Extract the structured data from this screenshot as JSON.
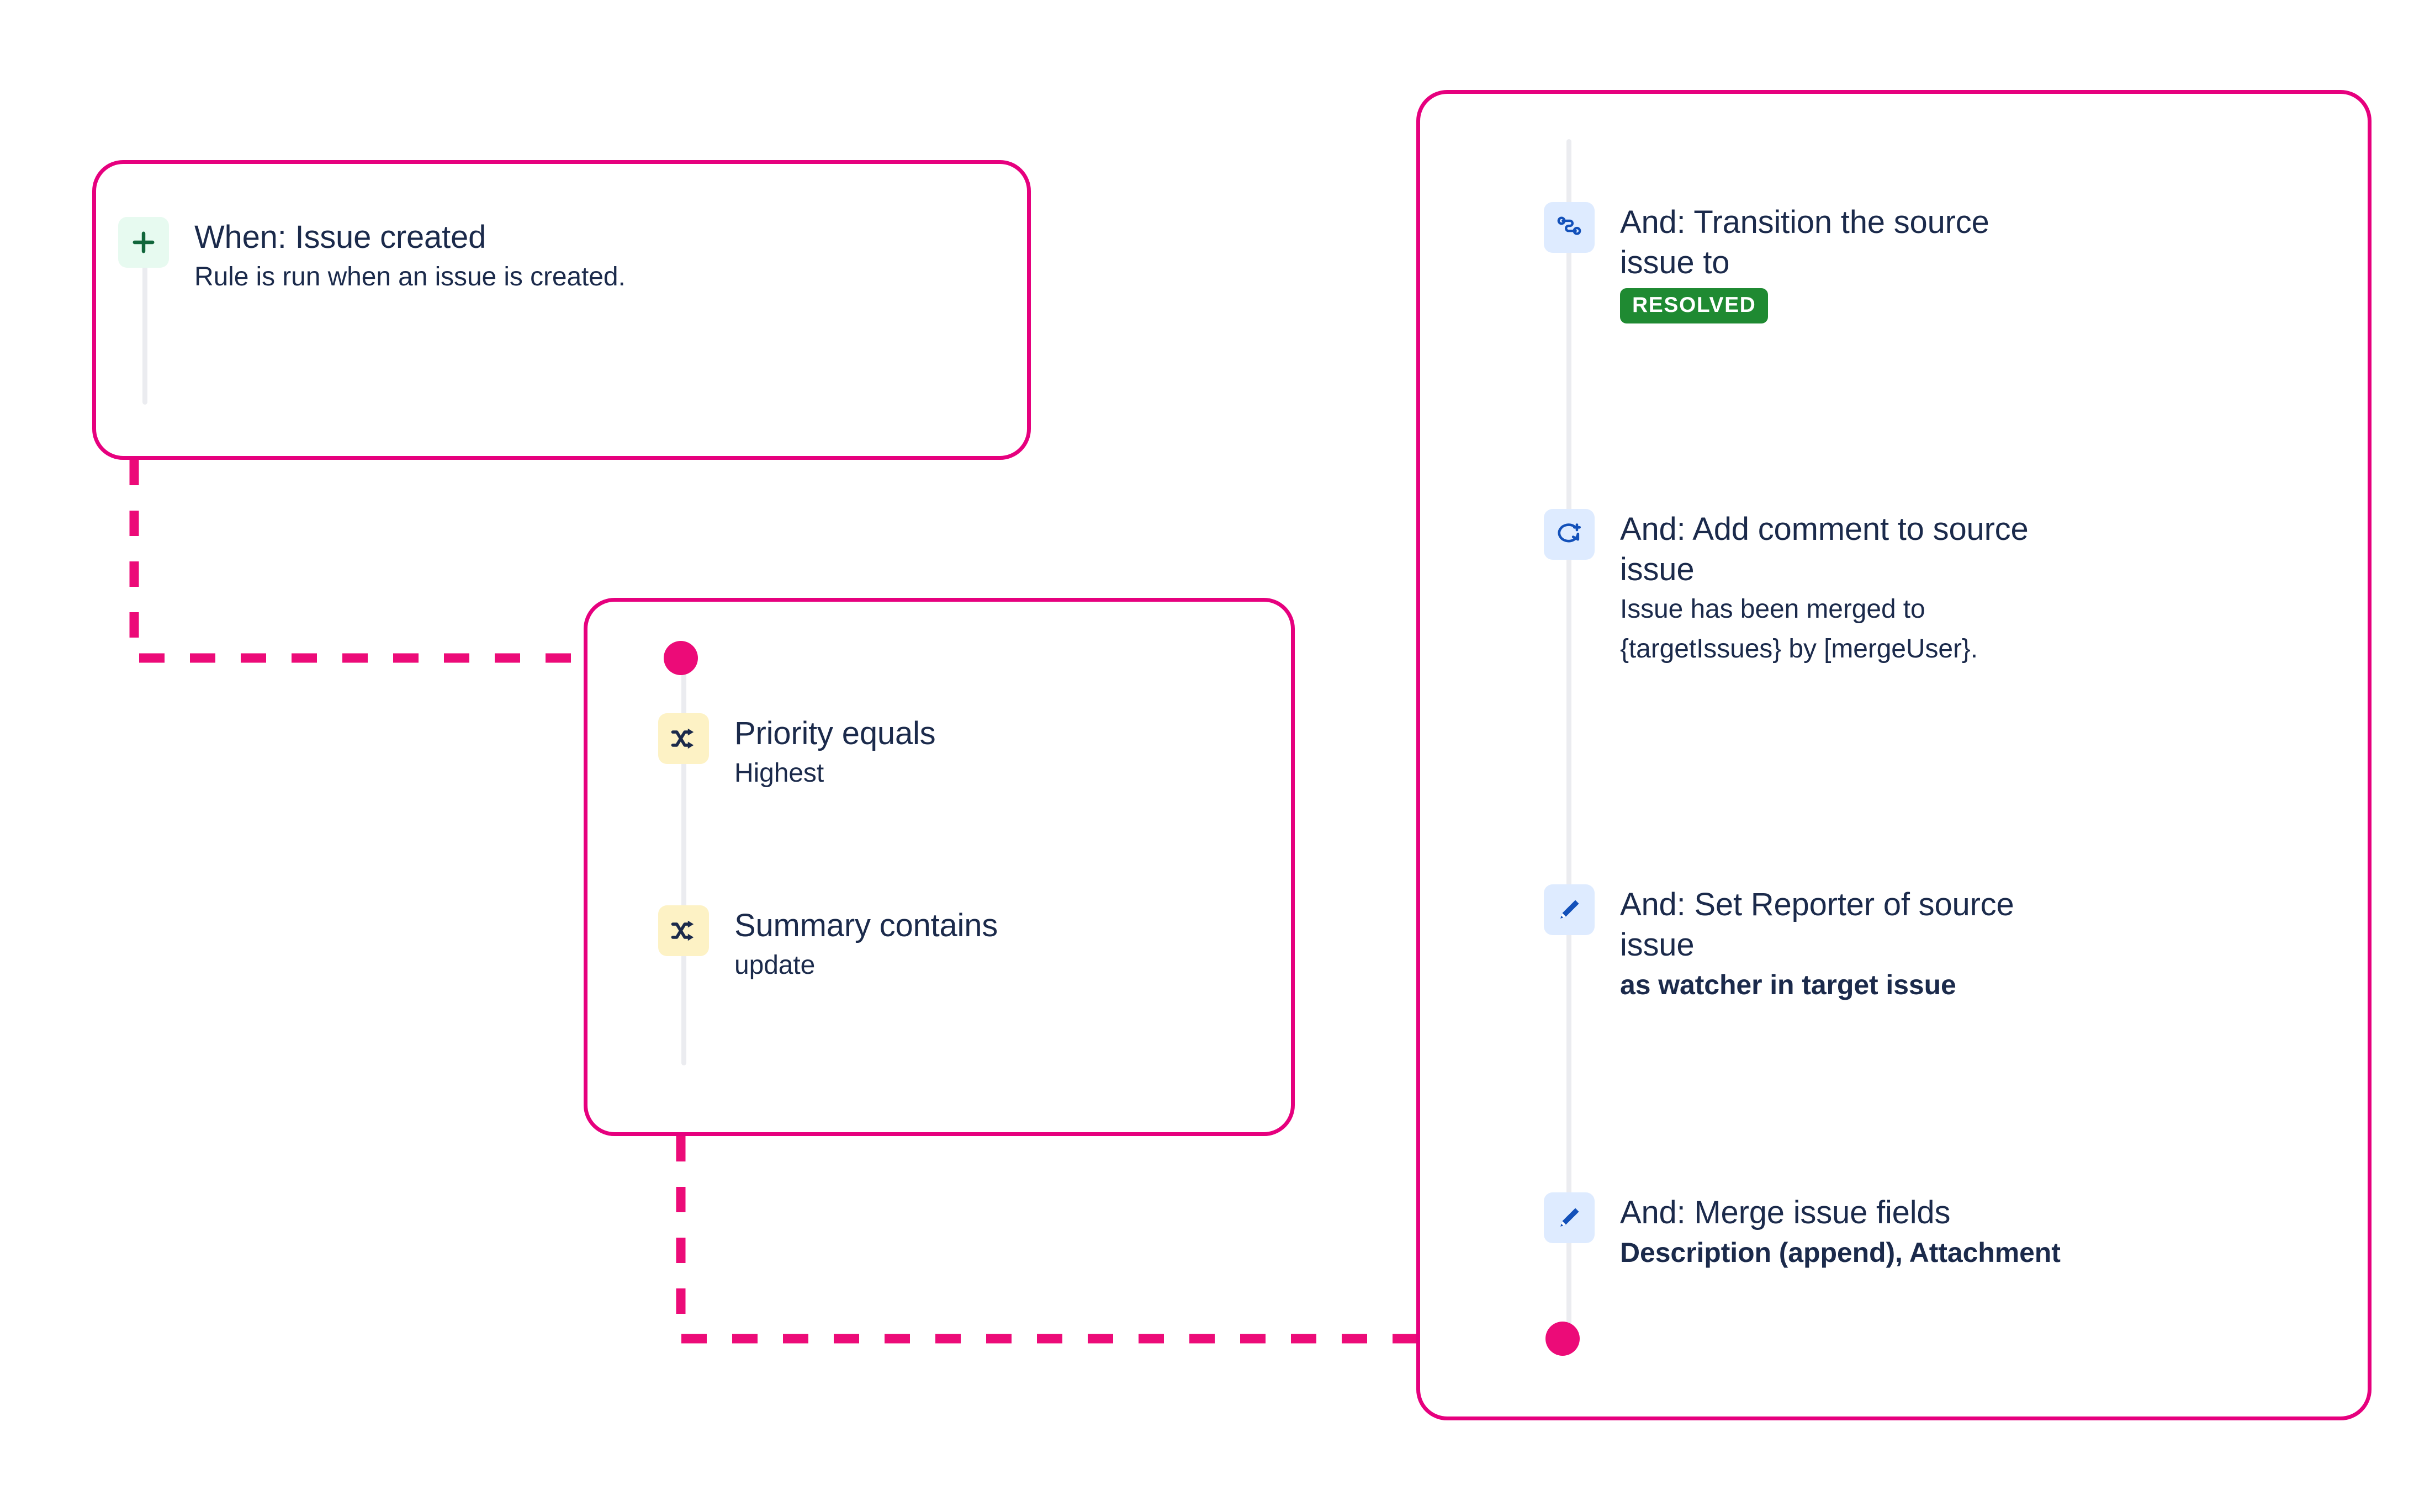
{
  "trigger": {
    "icon": "plus-icon",
    "title": "When: Issue created",
    "subtitle": "Rule is run when an issue is created."
  },
  "conditions": {
    "items": [
      {
        "icon": "shuffle-icon",
        "title": "Priority equals",
        "subtitle": "Highest"
      },
      {
        "icon": "shuffle-icon",
        "title": "Summary contains",
        "subtitle": "update"
      }
    ]
  },
  "actions": {
    "items": [
      {
        "icon": "transition-icon",
        "title": "And: Transition the source issue to",
        "badge": "RESOLVED",
        "subtitle": ""
      },
      {
        "icon": "add-comment-icon",
        "title": "And: Add comment to source issue",
        "subtitle": "Issue has been merged to {targetIssues} by [mergeUser}."
      },
      {
        "icon": "pencil-icon",
        "title": "And: Set Reporter of source issue",
        "subtitle": "as watcher in target issue",
        "subtitle_bold": true
      },
      {
        "icon": "pencil-icon",
        "title": "And: Merge issue fields",
        "subtitle": "Description (append), Attachment",
        "subtitle_bold": true
      }
    ]
  },
  "colors": {
    "accent_pink": "#e6007e",
    "dot_pink": "#ec0b78",
    "badge_green": "#1f8a32",
    "text_navy": "#1b2a4b",
    "rail_grey": "#ebecf0",
    "icon_green_bg": "#e7faf0",
    "icon_yellow_bg": "#fdf2c5",
    "icon_blue_bg": "#deebff",
    "icon_blue_fg": "#1351ba",
    "icon_green_fg": "#11663b",
    "icon_navy_fg": "#1b2a4b"
  }
}
